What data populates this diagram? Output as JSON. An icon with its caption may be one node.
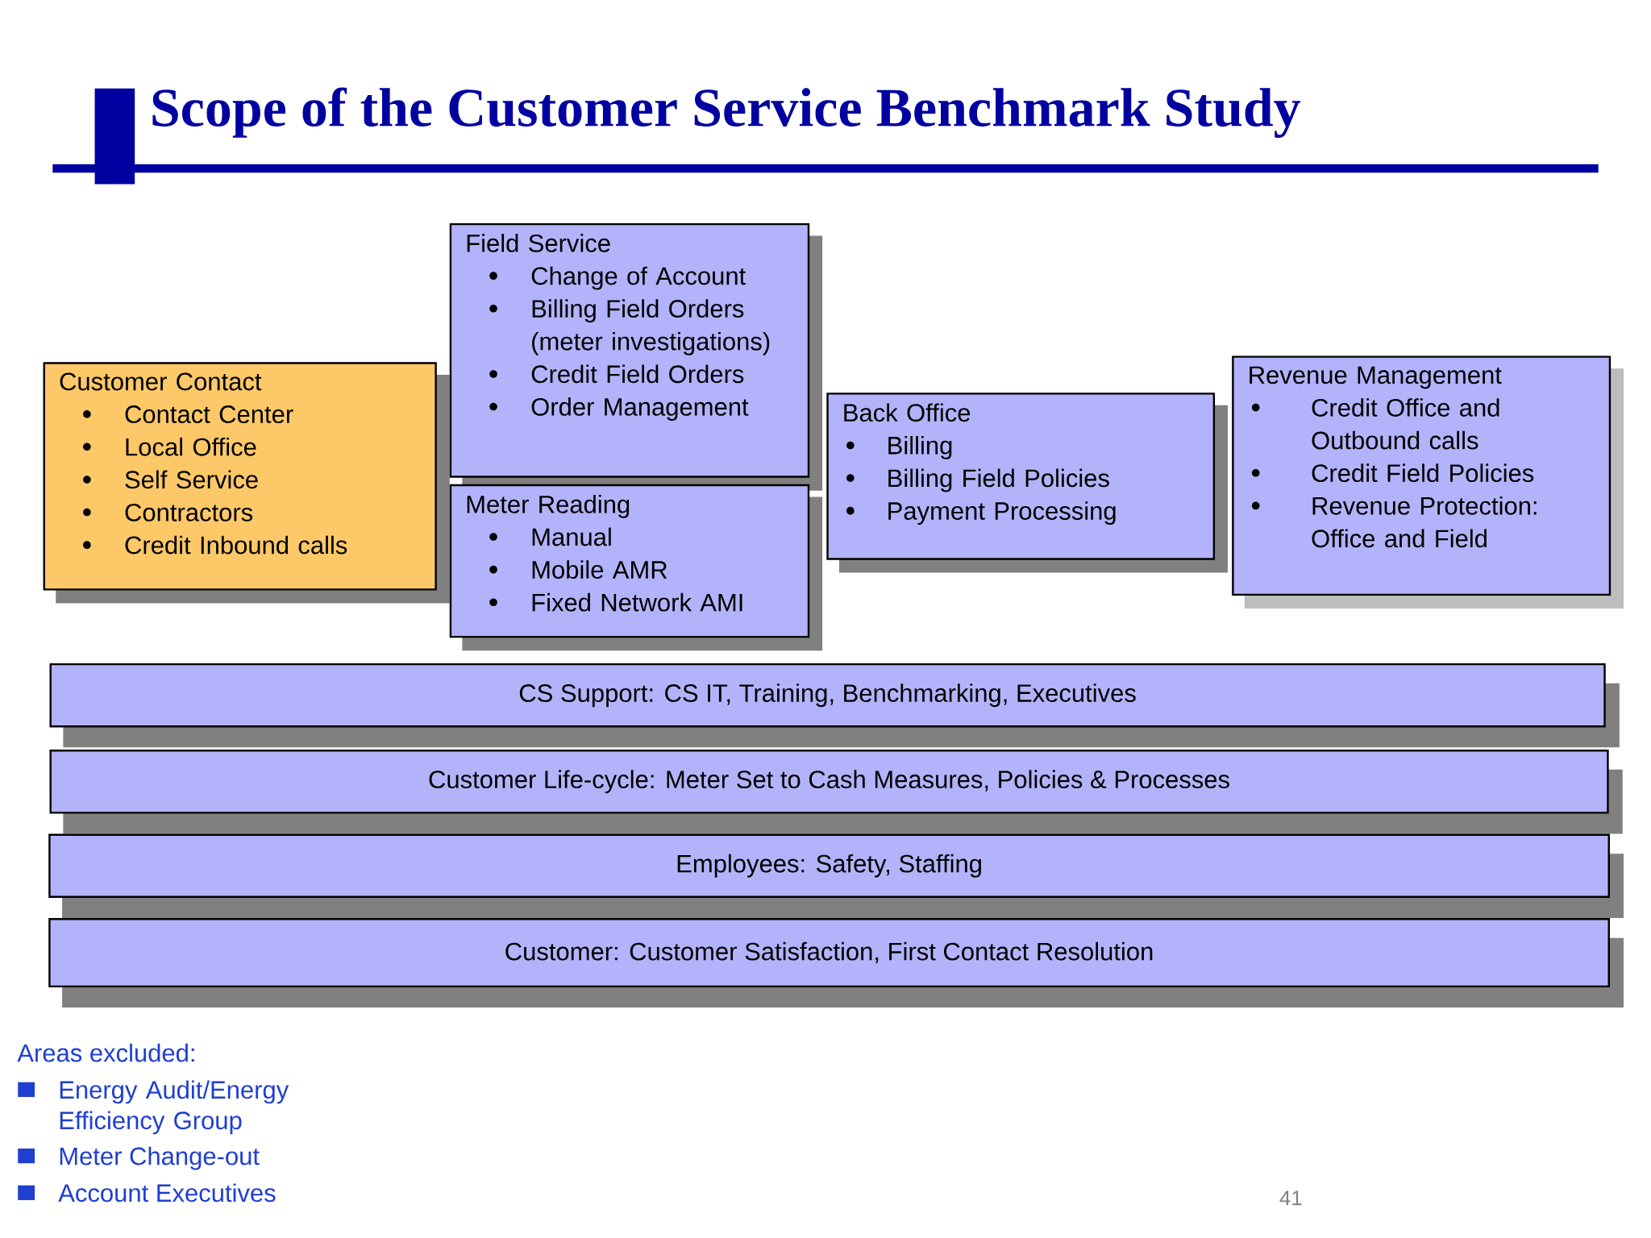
{
  "diagram": {
    "title": "Scope of the Customer Service Benchmark Study",
    "nodes": [
      {
        "text": [
          "Customer Contact",
          "Contact Center",
          "Local Office",
          "Self Service",
          "Contractors",
          "Credit Inbound calls"
        ]
      },
      {
        "text": [
          "Field Service",
          "Change of Account",
          "Billing Field Orders (meter investigations)",
          "Credit Field Orders",
          "Order Management"
        ]
      },
      {
        "text": [
          "Meter Reading",
          "Manual",
          "Mobile AMR",
          "Fixed Network AMI"
        ]
      },
      {
        "text": [
          "Back Office",
          "Billing",
          "Billing Field Policies",
          "Payment Processing"
        ]
      },
      {
        "text": [
          "Revenue Management",
          "Credit Office and Outbound calls",
          "Credit Field Policies",
          "Revenue Protection: Office and Field"
        ]
      },
      {
        "text": [
          "CS Support: CS IT, Training, Benchmarking, Executives"
        ]
      },
      {
        "text": [
          "Customer Life-cycle: Meter Set to Cash Measures, Policies & Processes"
        ]
      },
      {
        "text": [
          "Employees:  Safety, Staffing"
        ]
      },
      {
        "text": [
          "Customer:  Customer Satisfaction, First Contact Resolution"
        ]
      }
    ],
    "labels": [
      "Areas excluded:",
      "Energy Audit/Energy Efficiency Group",
      "Meter Change-out",
      "Account Executives",
      "41"
    ]
  }
}
